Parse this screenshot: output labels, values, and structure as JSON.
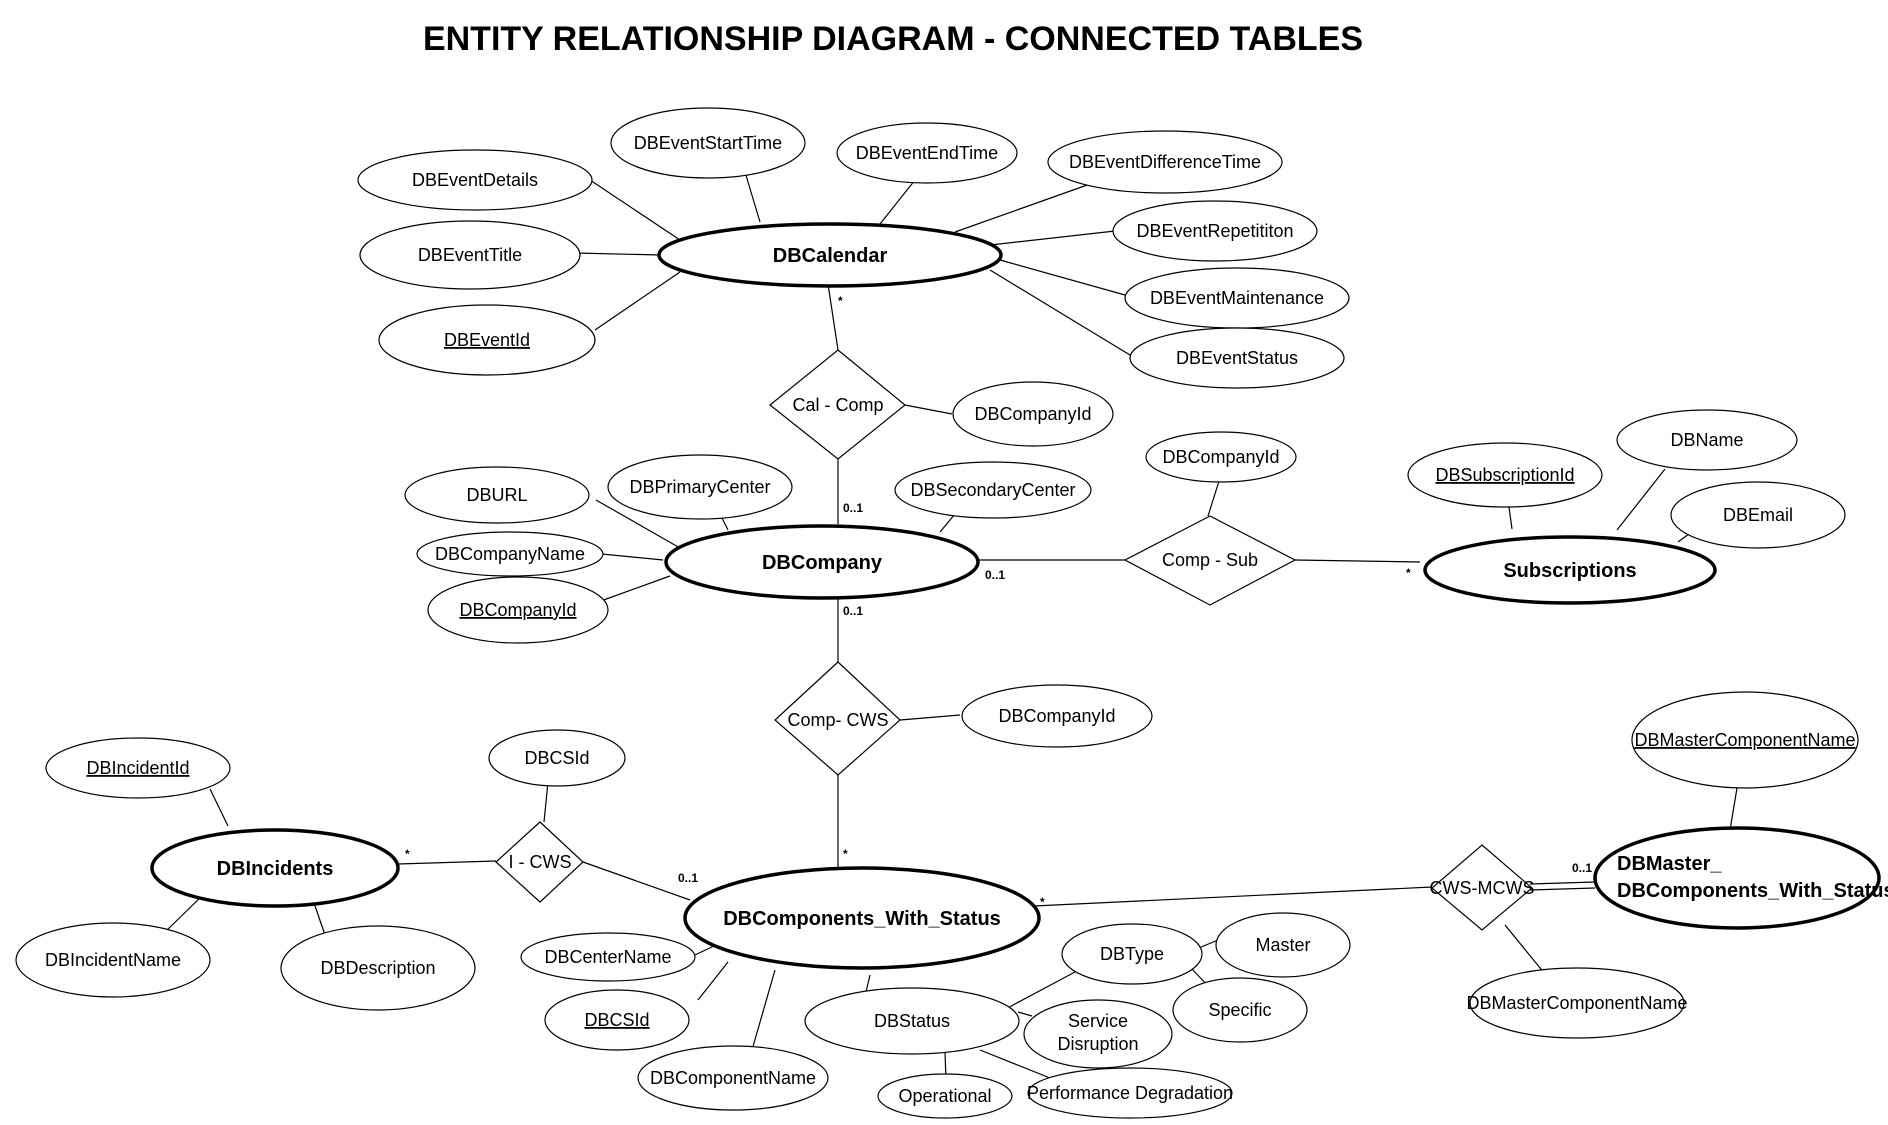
{
  "title": "ENTITY RELATIONSHIP DIAGRAM - CONNECTED TABLES",
  "entities": {
    "calendar": "DBCalendar",
    "company": "DBCompany",
    "subscriptions": "Subscriptions",
    "incidents": "DBIncidents",
    "components": "DBComponents_With_Status",
    "master_line1": "DBMaster_",
    "master_line2": "DBComponents_With_Status"
  },
  "relationships": {
    "cal_comp": "Cal - Comp",
    "comp_sub": "Comp - Sub",
    "comp_cws": "Comp- CWS",
    "i_cws": "I - CWS",
    "cws_mcws": "CWS-MCWS"
  },
  "attributes": {
    "event_details": "DBEventDetails",
    "event_start_time": "DBEventStartTime",
    "event_end_time": "DBEventEndTime",
    "event_difference_time": "DBEventDifferenceTime",
    "event_repetition": "DBEventRepetititon",
    "event_maintenance": "DBEventMaintenance",
    "event_status": "DBEventStatus",
    "event_title": "DBEventTitle",
    "event_id": "DBEventId",
    "cal_comp_company_id": "DBCompanyId",
    "url": "DBURL",
    "primary_center": "DBPrimaryCenter",
    "secondary_center": "DBSecondaryCenter",
    "company_name": "DBCompanyName",
    "company_id": "DBCompanyId",
    "comp_sub_company_id": "DBCompanyId",
    "subscription_id": "DBSubscriptionId",
    "name": "DBName",
    "email": "DBEmail",
    "comp_cws_company_id": "DBCompanyId",
    "incident_id": "DBIncidentId",
    "i_cws_cs_id": "DBCSId",
    "incident_name": "DBIncidentName",
    "description": "DBDescription",
    "center_name": "DBCenterName",
    "cs_id": "DBCSId",
    "component_name": "DBComponentName",
    "status": "DBStatus",
    "type": "DBType",
    "master": "Master",
    "specific": "Specific",
    "service_disruption_line1": "Service",
    "service_disruption_line2": "Disruption",
    "operational": "Operational",
    "performance_degradation": "Performance Degradation",
    "master_component_name_top": "DBMasterComponentName",
    "master_component_name_bottom": "DBMasterComponentName"
  },
  "cardinalities": {
    "calendar_cal_comp": "*",
    "company_cal_comp": "0..1",
    "company_comp_sub": "0..1",
    "subscriptions_comp_sub": "*",
    "company_comp_cws": "0..1",
    "components_comp_cws": "*",
    "incidents_i_cws": "*",
    "components_i_cws": "0..1",
    "components_cws_mcws": "*",
    "master_cws_mcws": "0..1"
  }
}
